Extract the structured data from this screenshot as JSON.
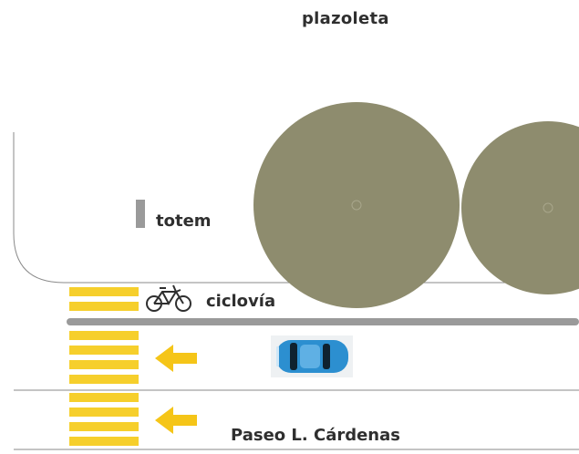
{
  "labels": {
    "plaza": "plazoleta",
    "totem": "totem",
    "bike_lane": "ciclovía",
    "street": "Paseo L. Cárdenas"
  },
  "icons": {
    "bike": "bicycle-icon",
    "arrow": "arrow-left-icon",
    "car": "car-icon"
  },
  "colors": {
    "tree": "#8e8c6e",
    "crosswalk": "#f6cf2c",
    "arrow": "#f5c518",
    "car_body": "#2c8fd0",
    "curb_line": "#9a9a9a",
    "totem": "#9a9a9a",
    "outline": "#8a8a8a"
  }
}
